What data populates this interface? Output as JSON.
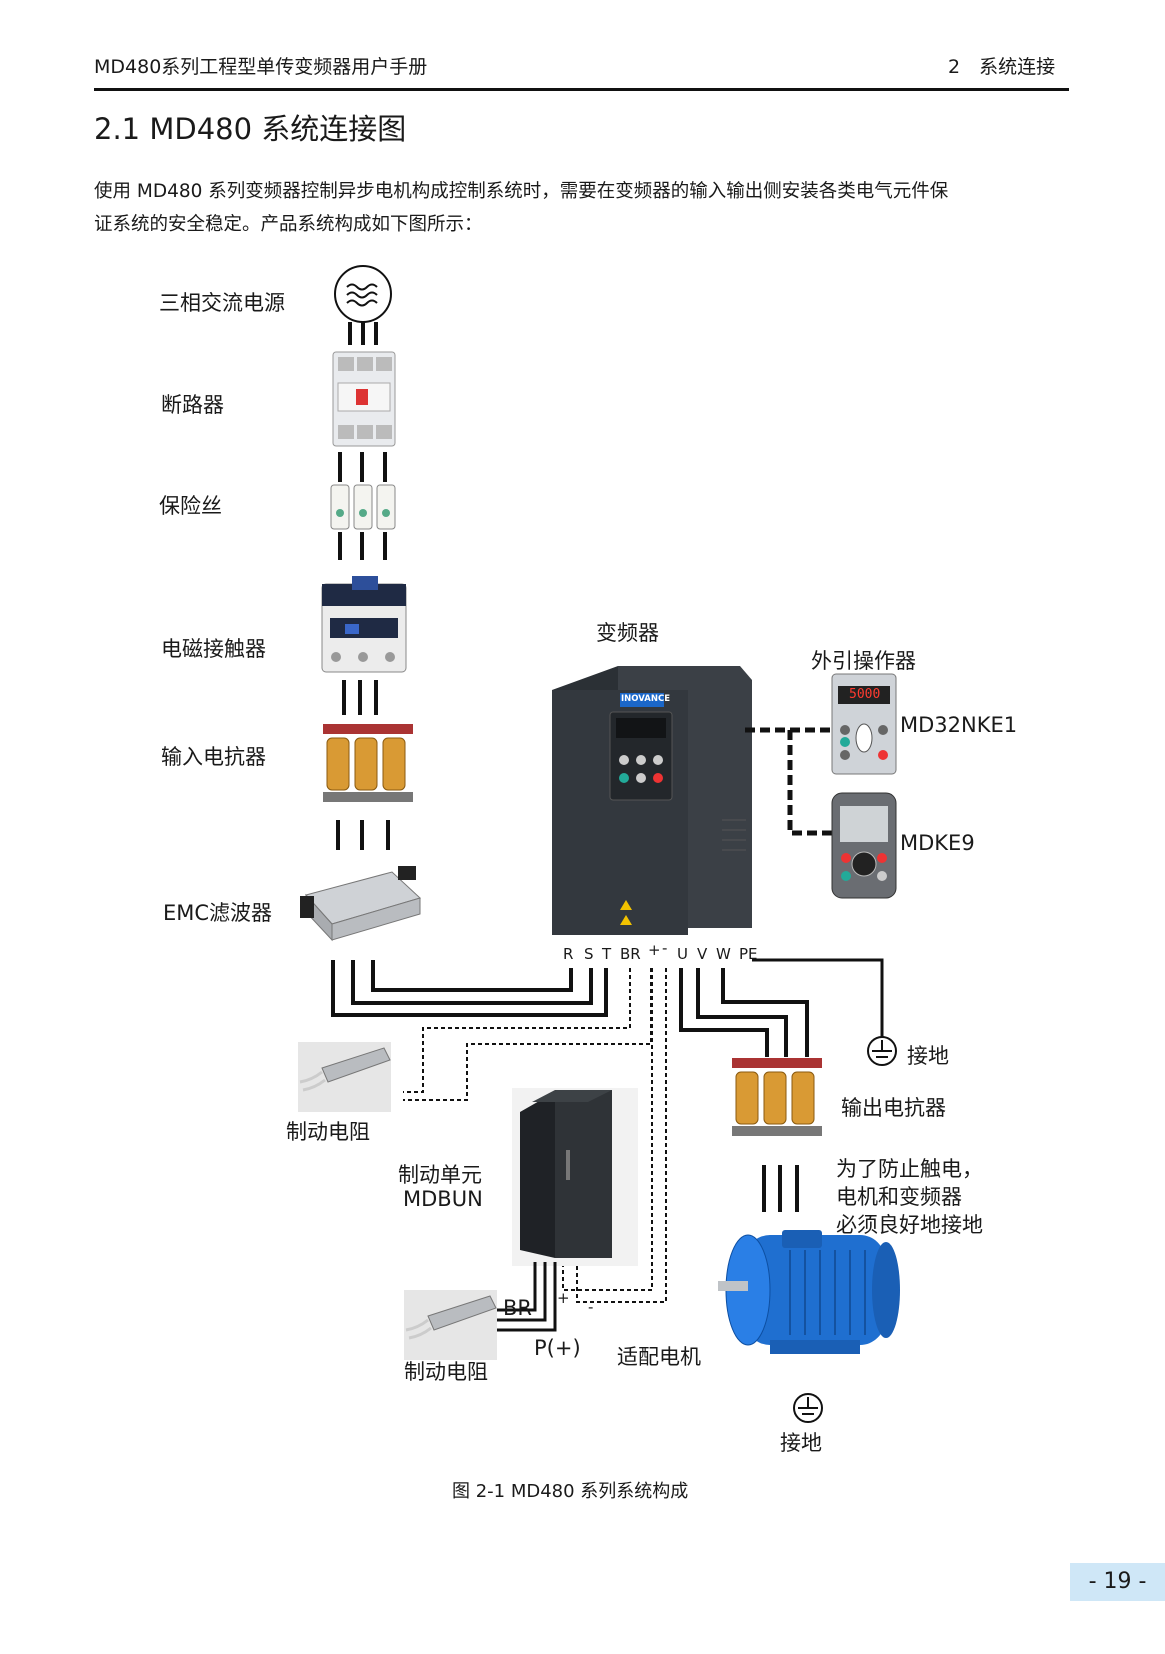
{
  "header": {
    "left": "MD480系列工程型单传变频器用户手册",
    "right": "2　系统连接"
  },
  "section": {
    "title": "2.1 MD480 系统连接图",
    "intro_line1": "使用 MD480 系列变频器控制异步电机构成控制系统时，需要在变频器的输入输出侧安装各类电气元件保",
    "intro_line2": "证系统的安全稳定。产品系统构成如下图所示："
  },
  "diagram": {
    "power_source": "三相交流电源",
    "breaker": "断路器",
    "fuse": "保险丝",
    "contactor": "电磁接触器",
    "input_reactor": "输入电抗器",
    "emc_filter": "EMC滤波器",
    "inverter": "变频器",
    "external_keypad": "外引操作器",
    "keypad_1": "MD32NKE1",
    "keypad_2": "MDKE9",
    "keypad_display": "5000",
    "inverter_brand": "INOVANCE",
    "terminals": [
      "R",
      "S",
      "T",
      "BR",
      "+",
      "-",
      "U",
      "V",
      "W",
      "PE"
    ],
    "ground_1": "接地",
    "output_reactor": "输出电抗器",
    "braking_resistor_1": "制动电阻",
    "braking_unit_line1": "制动单元",
    "braking_unit_line2": "MDBUN",
    "warning_line1": "为了防止触电，",
    "warning_line2": "电机和变频器",
    "warning_line3": "必须良好地接地",
    "br_label": "BR",
    "p_label": "P(+)",
    "plus_label": "+",
    "minus_label": "-",
    "braking_resistor_2": "制动电阻",
    "motor": "适配电机",
    "ground_2": "接地"
  },
  "caption": "图 2-1  MD480 系列系统构成",
  "page_number": "- 19 -"
}
